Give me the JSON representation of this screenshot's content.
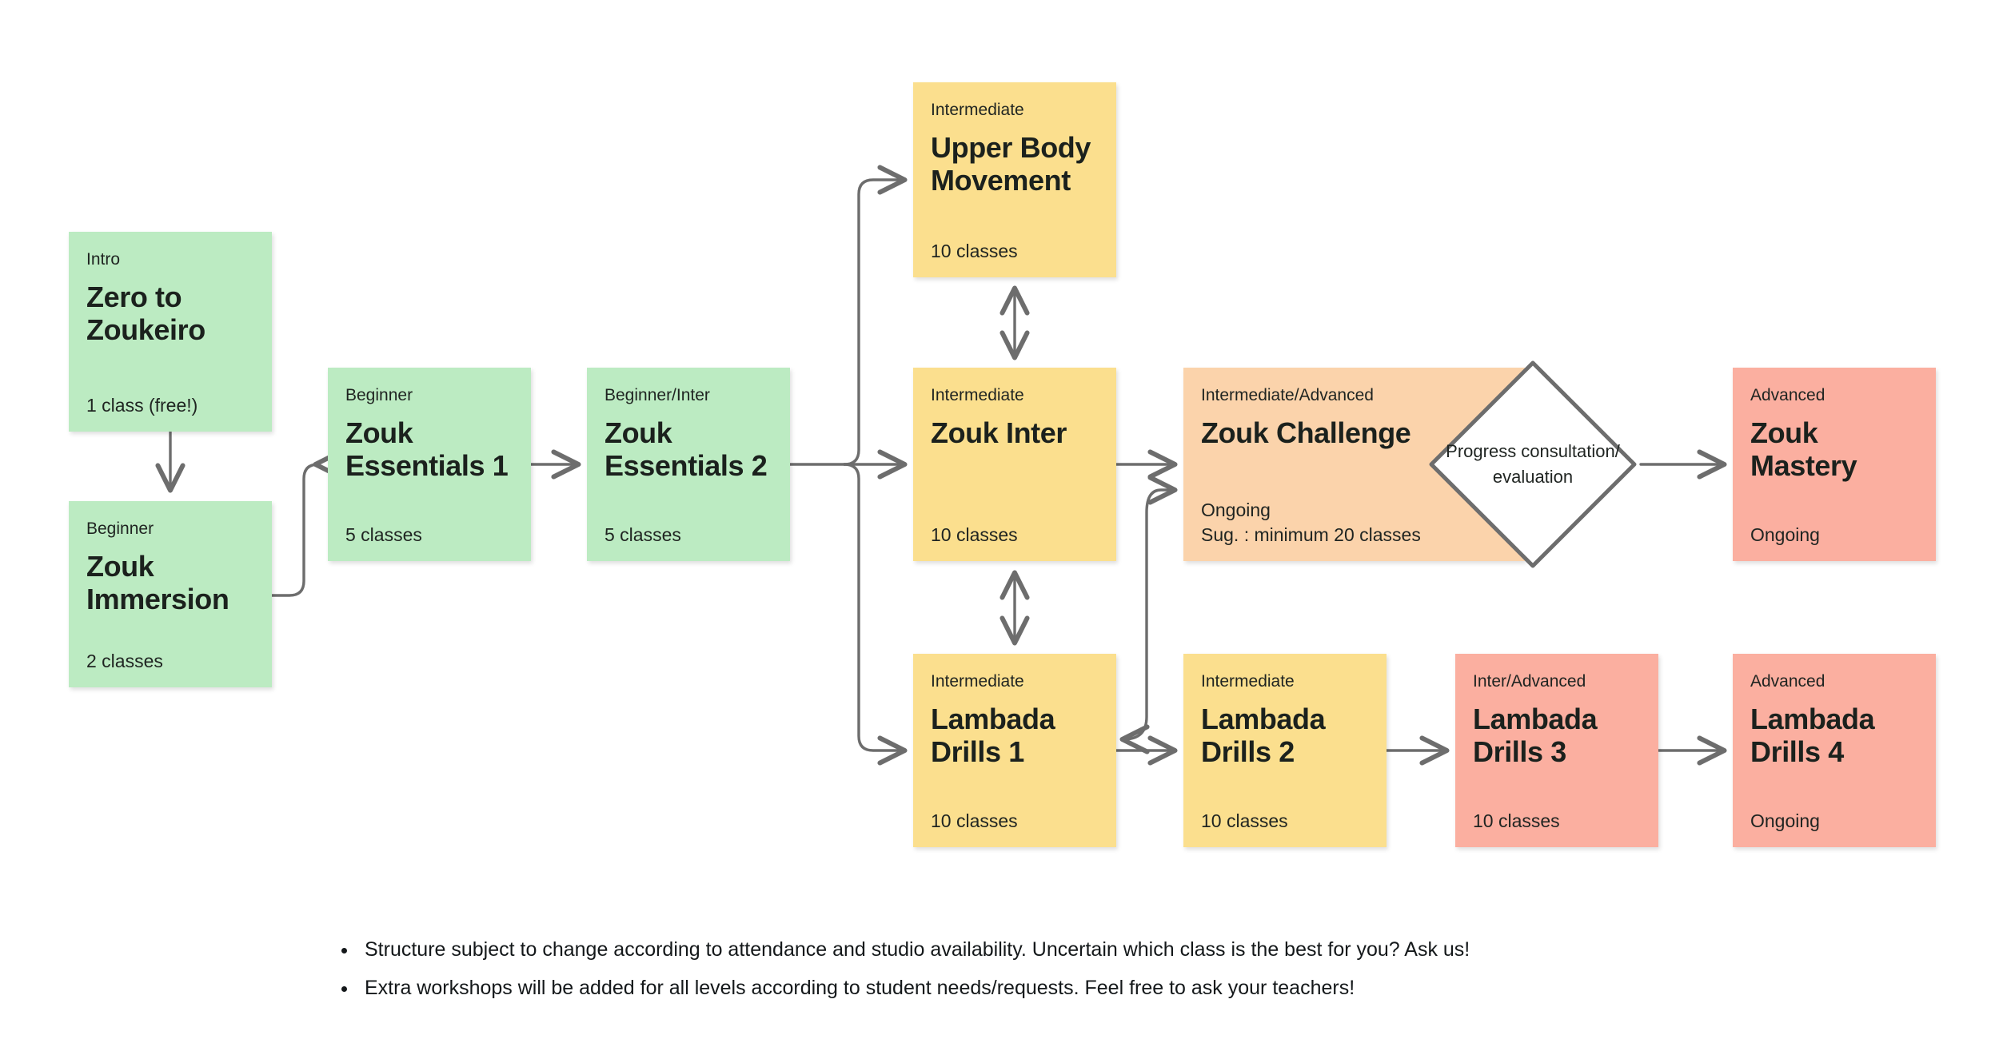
{
  "palette": {
    "green": "#bcebc2",
    "yellow": "#fbdf8e",
    "orange": "#fbd3ab",
    "salmon": "#fbafa0",
    "connector": "#6d6d6d",
    "text": "#1f2421",
    "background": "#ffffff"
  },
  "nodes": {
    "zero_to_zoukeiro": {
      "level": "Intro",
      "title": "Zero to Zoukeiro",
      "meta": "1 class (free!)"
    },
    "zouk_immersion": {
      "level": "Beginner",
      "title": "Zouk Immersion",
      "meta": "2 classes"
    },
    "zouk_essentials_1": {
      "level": "Beginner",
      "title": "Zouk Essentials 1",
      "meta": "5 classes"
    },
    "zouk_essentials_2": {
      "level": "Beginner/Inter",
      "title": "Zouk Essentials 2",
      "meta": "5 classes"
    },
    "upper_body_movement": {
      "level": "Intermediate",
      "title": "Upper Body Movement",
      "meta": "10 classes"
    },
    "zouk_inter": {
      "level": "Intermediate",
      "title": "Zouk Inter",
      "meta": "10 classes"
    },
    "zouk_challenge": {
      "level": "Intermediate/Advanced",
      "title": "Zouk Challenge",
      "meta_line_1": "Ongoing",
      "meta_line_2": "Sug. : minimum 20 classes"
    },
    "zouk_mastery": {
      "level": "Advanced",
      "title": "Zouk Mastery",
      "meta": "Ongoing"
    },
    "lambada_drills_1": {
      "level": "Intermediate",
      "title": "Lambada Drills 1",
      "meta": "10 classes"
    },
    "lambada_drills_2": {
      "level": "Intermediate",
      "title": "Lambada Drills 2",
      "meta": "10 classes"
    },
    "lambada_drills_3": {
      "level": "Inter/Advanced",
      "title": "Lambada Drills 3",
      "meta": "10 classes"
    },
    "lambada_drills_4": {
      "level": "Advanced",
      "title": "Lambada Drills 4",
      "meta": "Ongoing"
    },
    "progress_check": {
      "label": "Progress consultation/ evaluation"
    }
  },
  "footnotes": [
    "Structure subject to change according to attendance and studio availability. Uncertain which class is the best for you? Ask us!",
    "Extra workshops will be added for all levels according to student needs/requests. Feel free to ask your teachers!"
  ]
}
